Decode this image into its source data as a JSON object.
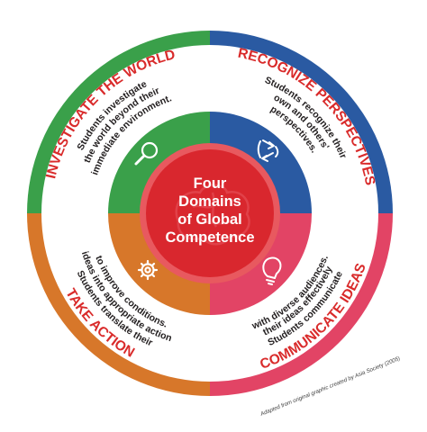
{
  "center": {
    "lines": [
      "Four",
      "Domains",
      "of Global",
      "Competence"
    ]
  },
  "domains": [
    {
      "id": "investigate",
      "title": "INVESTIGATE THE WORLD",
      "desc_lines": [
        "Students investigate",
        "the world beyond their",
        "immediate environment."
      ],
      "icon": "magnifier-icon",
      "color": "#3aa04a"
    },
    {
      "id": "recognize",
      "title": "RECOGNIZE PERSPECTIVES",
      "desc_lines": [
        "Students recognize their",
        "own and others'",
        "perspectives."
      ],
      "icon": "arrows-icon",
      "color": "#2a5aa2"
    },
    {
      "id": "communicate",
      "title": "COMMUNICATE IDEAS",
      "desc_lines": [
        "Students communicate",
        "their ideas effectively",
        "with diverse audiences."
      ],
      "icon": "lightbulb-icon",
      "color": "#e24465"
    },
    {
      "id": "action",
      "title": "TAKE ACTION",
      "desc_lines": [
        "Students translate their",
        "ideas into appropriate action",
        "to improve conditions."
      ],
      "icon": "gear-icon",
      "color": "#d7772a"
    }
  ],
  "colors": {
    "center_red": "#d9272e",
    "center_ring": "#e8595f",
    "title_red": "#d92b2b"
  },
  "credit": "Adapted from original graphic created by Asia Society (2005)"
}
